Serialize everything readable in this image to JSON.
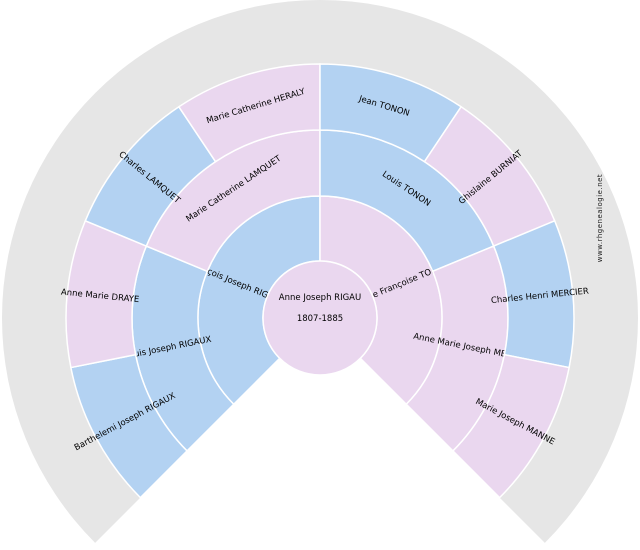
{
  "center": {
    "name": "Anne Joseph RIGAU",
    "dates": "1807-1885"
  },
  "colors": {
    "outer_ring": "#e6e6e6",
    "male": "#b3d2f2",
    "female": "#ead7ef",
    "separator": "#ffffff"
  },
  "generation_1": [
    {
      "name": "François Joseph RIGAUX",
      "sex": "male"
    },
    {
      "name": "Marie Françoise TONON",
      "sex": "female"
    }
  ],
  "generation_2": [
    {
      "name": "Louis Joseph RIGAUX",
      "sex": "male"
    },
    {
      "name": "Marie Catherine LAMQUET",
      "sex": "female"
    },
    {
      "name": "Louis TONON",
      "sex": "male"
    },
    {
      "name": "Anne Marie Joseph MERCIER",
      "sex": "female"
    }
  ],
  "generation_3": [
    {
      "name": "Barthelemi Joseph RIGAUX",
      "sex": "male"
    },
    {
      "name": "Anne Marie DRAYE",
      "sex": "female"
    },
    {
      "name": "Charles LAMQUET",
      "sex": "male"
    },
    {
      "name": "Marie Catherine HERALY",
      "sex": "female"
    },
    {
      "name": "Jean TONON",
      "sex": "male"
    },
    {
      "name": "Ghislaine BURNIAT",
      "sex": "female"
    },
    {
      "name": "Charles Henri MERCIER",
      "sex": "male"
    },
    {
      "name": "Marie Joseph MANNE",
      "sex": "female"
    }
  ],
  "watermark": "www.rhgenealogie.net"
}
